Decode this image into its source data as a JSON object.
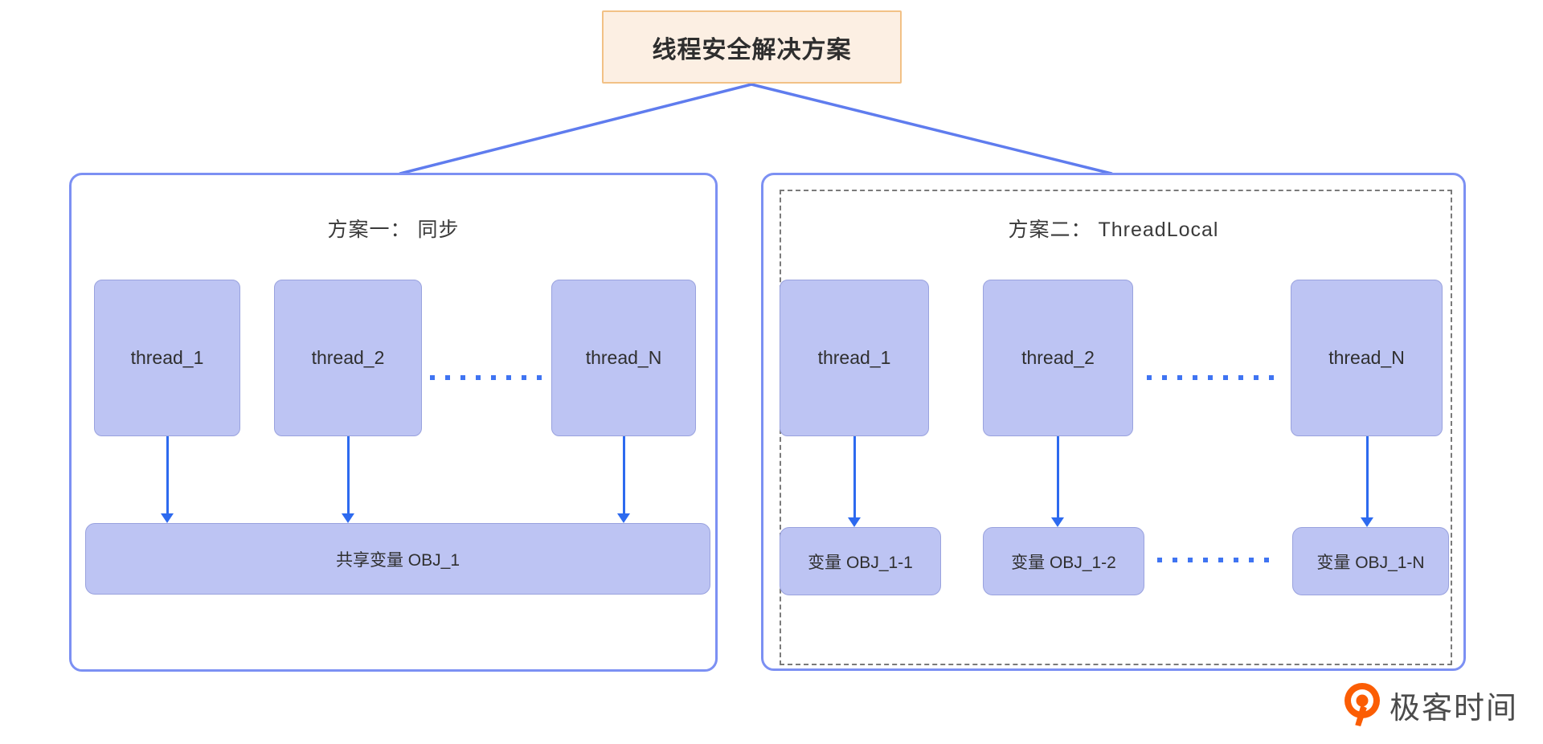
{
  "title": {
    "text": "线程安全解决方案"
  },
  "left_panel": {
    "title": "方案一： 同步",
    "threads": [
      "thread_1",
      "thread_2",
      "thread_N"
    ],
    "shared_label": "共享变量  OBJ_1"
  },
  "right_panel": {
    "title": "方案二： ThreadLocal",
    "threads": [
      "thread_1",
      "thread_2",
      "thread_N"
    ],
    "variables": [
      "变量  OBJ_1-1",
      "变量  OBJ_1-2",
      "变量  OBJ_1-N"
    ]
  },
  "logo": {
    "text": "极客时间",
    "icon": "geektime-icon"
  },
  "colors": {
    "title_fill": "#FCEFE3",
    "title_border": "#F2C186",
    "panel_border": "#7C90F3",
    "connector_blue": "#5F7CEE",
    "arrow_blue": "#2D6AEF",
    "dots_blue": "#3F74F2",
    "box_fill": "#BDC4F3",
    "box_border": "#99A2DE",
    "dashed_border": "#7A7A7A",
    "logo_orange": "#FB5D04",
    "text_dark": "#2F2F2F"
  }
}
